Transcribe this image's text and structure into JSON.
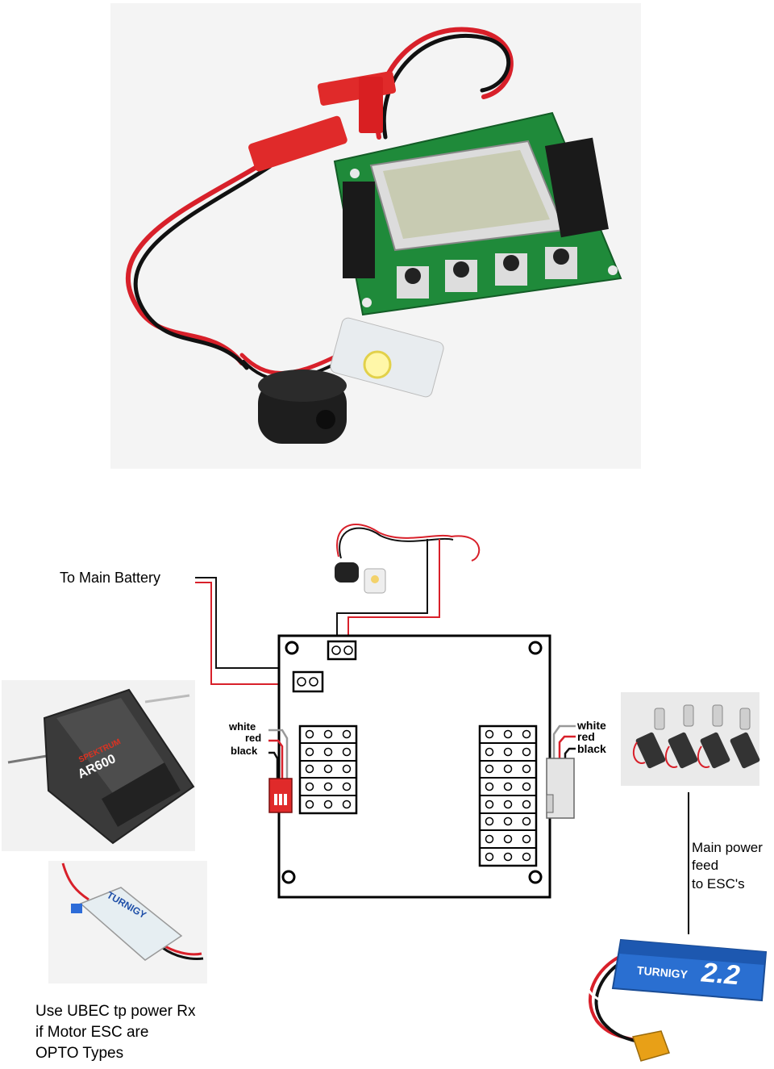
{
  "labels": {
    "main_battery": "To Main Battery",
    "wire_left": [
      "white",
      "red",
      "black"
    ],
    "wire_right": [
      "white",
      "red",
      "black"
    ],
    "esc_note": [
      "Main power",
      "feed",
      "to ESC's"
    ],
    "ubec_note": [
      "Use UBEC tp power Rx",
      "if Motor ESC are",
      "OPTO Types"
    ]
  },
  "product_text": {
    "receiver_brand": "SPEKTRUM",
    "receiver_model": "AR600",
    "ubec_brand": "TURNIGY",
    "battery_brand": "TURNIGY",
    "battery_capacity": "2.2"
  },
  "colors": {
    "pcb_green": "#1f8a3a",
    "lcd": "#c8cbb2",
    "wire_red": "#d8202a",
    "wire_black": "#111111",
    "connector_red": "#e02a2a",
    "battery_blue": "#2a6fd1",
    "xt60_yellow": "#e8a017"
  }
}
